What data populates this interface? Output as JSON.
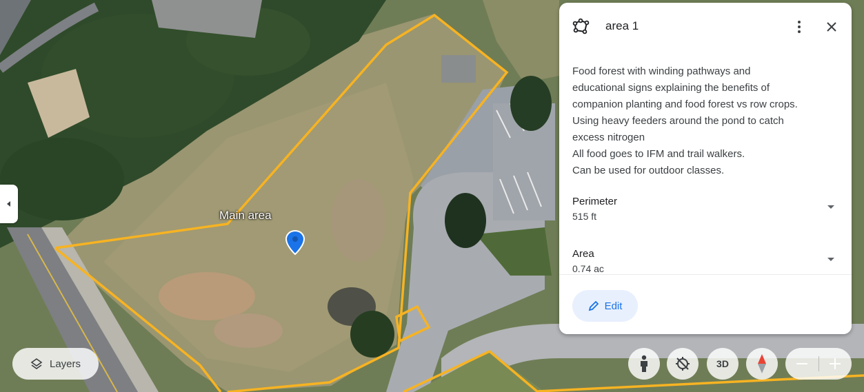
{
  "map": {
    "label": "Main area",
    "boundary_color": "#f7b322"
  },
  "panel": {
    "icon": "polygon-icon",
    "title": "area 1",
    "description_lines": [
      "Food forest with winding pathways and",
      "educational signs explaining the benefits of",
      "companion planting and food forest vs row crops.",
      "Using heavy feeders around the pond to catch",
      "excess nitrogen",
      "All food goes to IFM and trail walkers.",
      "Can be used for outdoor classes."
    ],
    "perimeter": {
      "label": "Perimeter",
      "value": "515 ft"
    },
    "area": {
      "label": "Area",
      "value": "0.74 ac"
    },
    "edit_label": "Edit"
  },
  "controls": {
    "layers_label": "Layers",
    "three_d_label": "3D",
    "accent": "#1a73e8"
  }
}
